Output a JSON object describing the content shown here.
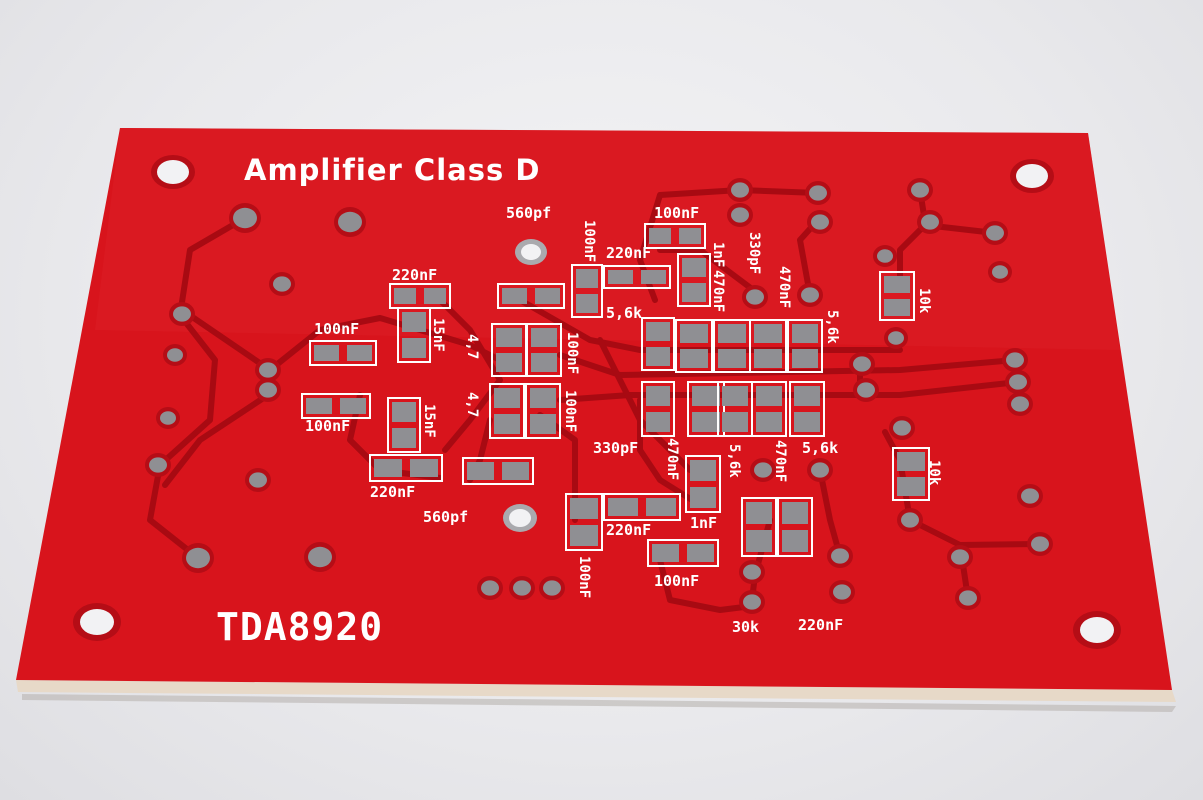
{
  "board": {
    "title": "Amplifier Class D",
    "part_number": "TDA8920",
    "colors": {
      "solder_mask": "#d8141c",
      "solder_mask_dark": "#b50d16",
      "trace": "#a80a12",
      "pad": "#8f8f93",
      "silkscreen": "#ffffff",
      "edge": "#e7d9c8",
      "background": "#ececef"
    }
  },
  "labels": {
    "c_560pf_top": "560pf",
    "c_560pf_bottom": "560pf",
    "c_220nf_top_left": "220nF",
    "c_220nf_bottom_left": "220nF",
    "c_100nf_left_a": "100nF",
    "c_100nf_left_b": "100nF",
    "c_15nf_a": "15nF",
    "c_15nf_b": "15nF",
    "r_47_a": "4,7",
    "r_47_b": "4,7",
    "c_100nf_mid_a": "100nF",
    "c_100nf_mid_b": "100nF",
    "c_100nf_top_vert": "100nF",
    "c_220nf_top_mid": "220nF",
    "r_56k_top_left": "5,6k",
    "c_100nf_top_right": "100nF",
    "c_1nf_top": "1nF",
    "c_470nf_top_a": "470nF",
    "c_330pf_top": "330pF",
    "c_470nf_top_b": "470nF",
    "r_56k_top_right": "5,6k",
    "r_10k_top": "10k",
    "r_10k_bottom": "10k",
    "c_330pf_bottom": "330pF",
    "c_470nf_bottom_a": "470nF",
    "r_56k_bottom_a": "5,6k",
    "c_470nf_bottom_b": "470nF",
    "r_56k_bottom_b": "5,6k",
    "c_220nf_bottom_mid": "220nF",
    "c_1nf_bottom": "1nF",
    "c_100nf_bottom_vert": "100nF",
    "c_100nf_bottom_mid": "100nF",
    "r_30k": "30k",
    "c_220nf_bottom_right": "220nF"
  }
}
